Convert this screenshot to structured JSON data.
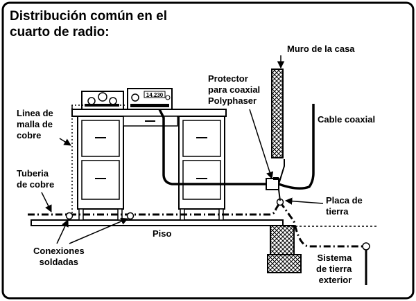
{
  "title": {
    "line1": "Distribución común en el",
    "line2": "cuarto de radio:"
  },
  "labels": {
    "wall": "Muro de la casa",
    "protector": [
      "Protector",
      "para coaxial",
      "Polyphaser"
    ],
    "coax": "Cable coaxial",
    "mesh_line": [
      "Linea de",
      "malla de",
      "cobre"
    ],
    "copper_pipe": [
      "Tuberia",
      "de cobre"
    ],
    "ground_plate": [
      "Placa de",
      "tierra"
    ],
    "floor": "Piso",
    "welded": [
      "Conexiones",
      "soldadas"
    ],
    "ground_system": [
      "Sistema",
      "de tierra",
      "exterior"
    ]
  },
  "radio_display": "14.230"
}
